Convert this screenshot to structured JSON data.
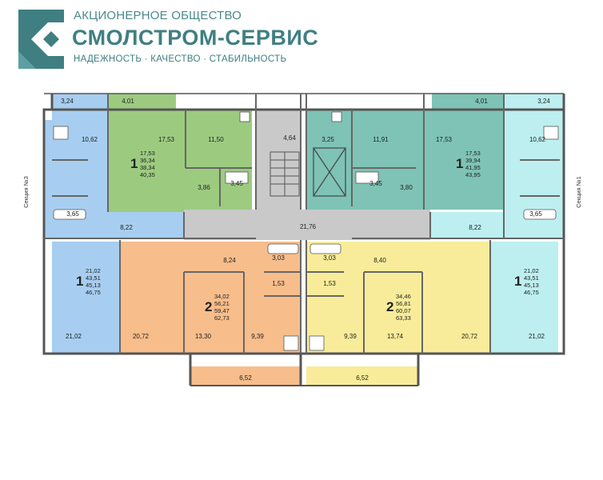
{
  "company": {
    "form": "АКЦИОНЕРНОЕ ОБЩЕСТВО",
    "name": "СМОЛСТРОМ-СЕРВИС",
    "slogan": "НАДЕЖНОСТЬ · КАЧЕСТВО · СТАБИЛЬНОСТЬ"
  },
  "sections": {
    "left": "Секция №3",
    "right": "Секция №1"
  },
  "colors": {
    "blue": "#a7cef0",
    "green": "#9ccb80",
    "orange": "#f7bd8b",
    "yellow": "#f8ec9a",
    "teal": "#7ec3b5",
    "cyan": "#bdeff0",
    "gray": "#c9c9c9",
    "logo": "#3f7f82"
  },
  "rooms": [
    {
      "id": "apt-a-balcony",
      "value": "3,24"
    },
    {
      "id": "apt-a-hall",
      "value": "10,62"
    },
    {
      "id": "apt-a-bath",
      "value": "3,65"
    },
    {
      "id": "apt-a-corridor",
      "value": "8,22"
    },
    {
      "id": "apt-b-balcony",
      "value": "4,01"
    },
    {
      "id": "apt-b-room",
      "value": "17,53"
    },
    {
      "id": "apt-b-kitchen",
      "value": "11,50"
    },
    {
      "id": "apt-b-hall",
      "value": "3,86"
    },
    {
      "id": "apt-b-bath",
      "value": "3,45"
    },
    {
      "id": "stair-landing",
      "value": "4,64"
    },
    {
      "id": "elevator-hall",
      "value": "21,76"
    },
    {
      "id": "apt-c-balcony",
      "value": "3,25"
    },
    {
      "id": "apt-c-kitchen",
      "value": "11,91"
    },
    {
      "id": "apt-c-bath",
      "value": "3,45"
    },
    {
      "id": "apt-c-hall",
      "value": "3,80"
    },
    {
      "id": "apt-d-room",
      "value": "17,53"
    },
    {
      "id": "apt-d-balcony",
      "value": "4,01"
    },
    {
      "id": "apt-e-balcony",
      "value": "3,24"
    },
    {
      "id": "apt-e-hall",
      "value": "10,62"
    },
    {
      "id": "apt-e-bath",
      "value": "3,65"
    },
    {
      "id": "apt-e-corridor",
      "value": "8,22"
    },
    {
      "id": "apt-f-room-bottom",
      "value": "21,02"
    },
    {
      "id": "apt-g-corridor",
      "value": "8,24"
    },
    {
      "id": "apt-g-wc",
      "value": "3,03"
    },
    {
      "id": "apt-g-bath",
      "value": "1,53"
    },
    {
      "id": "apt-g-room1",
      "value": "20,72"
    },
    {
      "id": "apt-g-room2",
      "value": "13,30"
    },
    {
      "id": "apt-g-kitchen",
      "value": "9,39"
    },
    {
      "id": "apt-g-loggia",
      "value": "6,52"
    },
    {
      "id": "apt-h-wc",
      "value": "3,03"
    },
    {
      "id": "apt-h-corridor",
      "value": "8,40"
    },
    {
      "id": "apt-h-bath",
      "value": "1,53"
    },
    {
      "id": "apt-h-kitchen",
      "value": "9,39"
    },
    {
      "id": "apt-h-room2",
      "value": "13,74"
    },
    {
      "id": "apt-h-room1",
      "value": "20,72"
    },
    {
      "id": "apt-h-loggia",
      "value": "6,52"
    },
    {
      "id": "apt-i-room-bottom",
      "value": "21,02"
    }
  ],
  "apartments": [
    {
      "id": "apt-b",
      "rooms": "1",
      "areas": [
        "17,53",
        "36,34",
        "38,34",
        "40,35"
      ]
    },
    {
      "id": "apt-d",
      "rooms": "1",
      "areas": [
        "17,53",
        "39,94",
        "41,95",
        "43,95"
      ]
    },
    {
      "id": "apt-f",
      "rooms": "1",
      "areas": [
        "21,02",
        "43,51",
        "45,13",
        "46,75"
      ]
    },
    {
      "id": "apt-g",
      "rooms": "2",
      "areas": [
        "34,02",
        "56,21",
        "59,47",
        "62,73"
      ]
    },
    {
      "id": "apt-h",
      "rooms": "2",
      "areas": [
        "34,46",
        "56,81",
        "60,07",
        "63,33"
      ]
    },
    {
      "id": "apt-i",
      "rooms": "1",
      "areas": [
        "21,02",
        "43,51",
        "45,13",
        "46,75"
      ]
    }
  ]
}
